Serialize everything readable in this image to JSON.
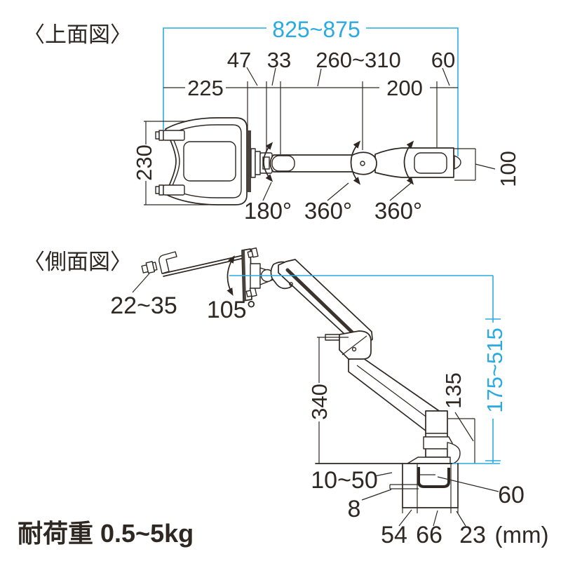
{
  "colors": {
    "accent_blue": "#29abe2",
    "line_dark": "#2f2722",
    "dark_fill": "#4a423d"
  },
  "top_view": {
    "title": "〈上面図〉",
    "overall_width": "825~875",
    "d225": "225",
    "d47": "47",
    "d33": "33",
    "d260_310": "260~310",
    "d200": "200",
    "d60": "60",
    "d230": "230",
    "d100": "100",
    "rot_vesa": "180°",
    "rot_elbow": "360°",
    "rot_wrist": "360°"
  },
  "side_view": {
    "title": "〈側面図〉",
    "d22_35": "22~35",
    "d105": "105°",
    "d340": "340",
    "d135": "135",
    "d175_515": "175~515",
    "d10_50": "10~50",
    "d8": "8",
    "d60": "60",
    "d54": "54",
    "d66": "66",
    "d23": "23",
    "unit": "(mm)"
  },
  "footer": {
    "load_capacity": "耐荷重 0.5~5kg"
  }
}
